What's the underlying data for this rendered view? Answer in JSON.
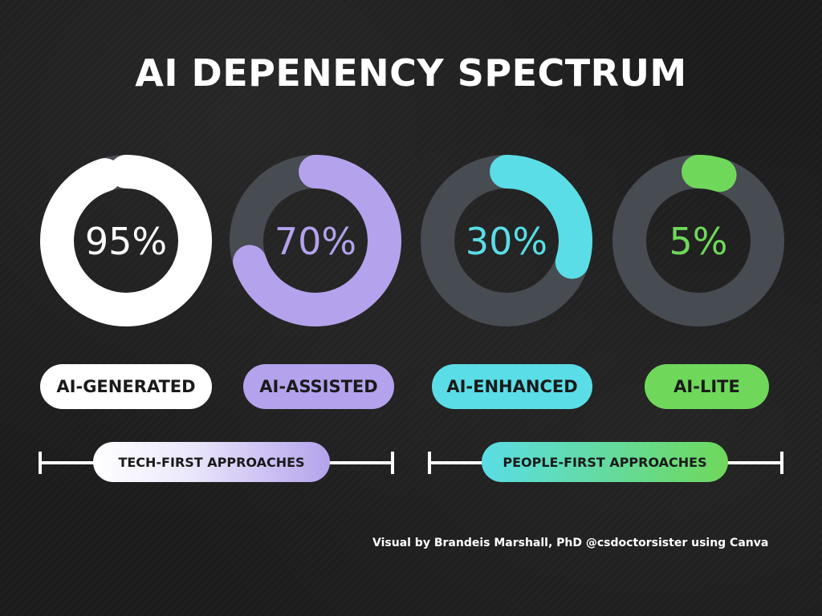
{
  "title": "AI DEPENENCY SPECTRUM",
  "colors": {
    "track": "#474b52",
    "ai_generated": "#ffffff",
    "ai_assisted": "#b4a2ec",
    "ai_enhanced": "#5adde6",
    "ai_lite": "#6fd85a"
  },
  "chart_data": {
    "type": "pie",
    "variant": "donut-progress",
    "title": "AI DEPENENCY SPECTRUM",
    "categories": [
      "AI-GENERATED",
      "AI-ASSISTED",
      "AI-ENHANCED",
      "AI-LITE"
    ],
    "values": [
      95,
      70,
      30,
      5
    ],
    "value_labels": [
      "95%",
      "70%",
      "30%",
      "5%"
    ],
    "colors": [
      "#ffffff",
      "#b4a2ec",
      "#5adde6",
      "#6fd85a"
    ]
  },
  "groups": {
    "tech_first": "TECH-FIRST APPROACHES",
    "people_first": "PEOPLE-FIRST APPROACHES"
  },
  "credit": "Visual by Brandeis Marshall, PhD @csdoctorsister using Canva"
}
